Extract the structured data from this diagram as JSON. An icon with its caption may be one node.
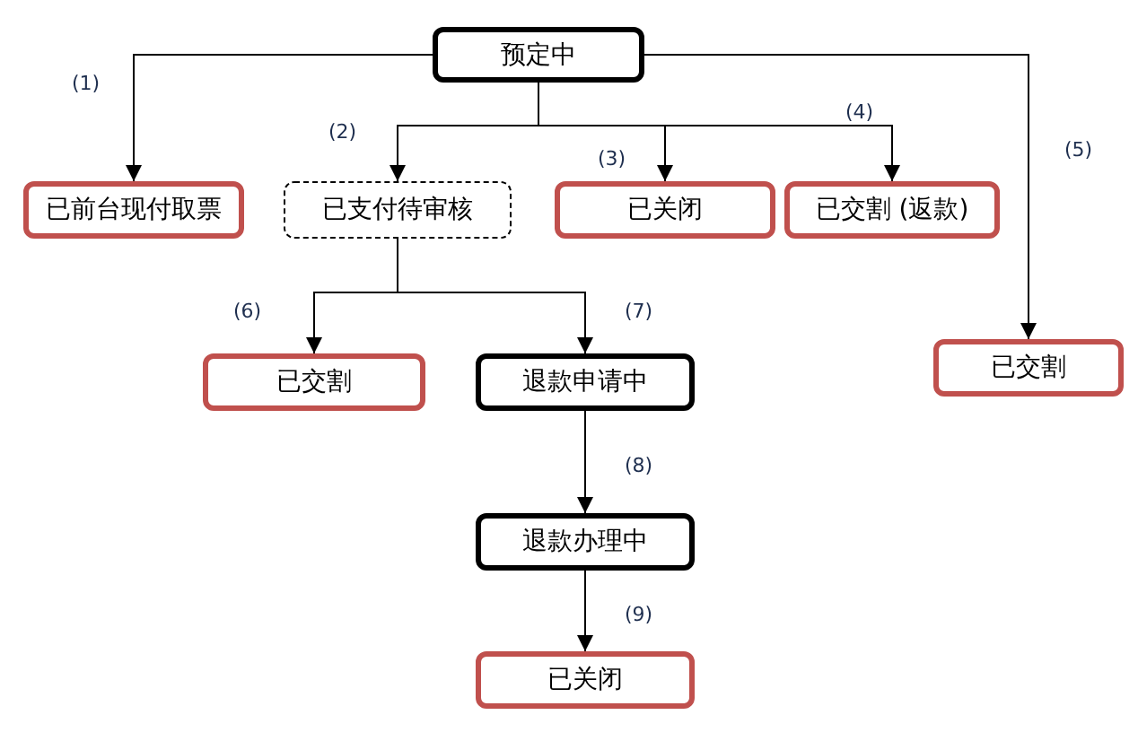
{
  "diagram": {
    "nodes": [
      {
        "text": [
          "预定中"
        ]
      },
      {
        "text": [
          "已前台现付取票"
        ]
      },
      {
        "text": [
          "已支付待审核"
        ]
      },
      {
        "text": [
          "已关闭"
        ]
      },
      {
        "text": [
          "已交割 (返款)"
        ]
      },
      {
        "text": [
          "已交割"
        ]
      },
      {
        "text": [
          "已交割"
        ]
      },
      {
        "text": [
          "退款申请中"
        ]
      },
      {
        "text": [
          "退款办理中"
        ]
      },
      {
        "text": [
          "已关闭"
        ]
      }
    ],
    "edges": [
      {
        "from": 0,
        "to": 1,
        "arrow": "to",
        "label": "(1)"
      },
      {
        "from": 0,
        "to": 2,
        "arrow": "to",
        "label": "(2)"
      },
      {
        "from": 0,
        "to": 3,
        "arrow": "to",
        "label": "(3)"
      },
      {
        "from": 0,
        "to": 4,
        "arrow": "to",
        "label": "(4)"
      },
      {
        "from": 0,
        "to": 5,
        "arrow": "to",
        "label": "(5)"
      },
      {
        "from": 2,
        "to": 6,
        "arrow": "to",
        "label": "(6)"
      },
      {
        "from": 2,
        "to": 7,
        "arrow": "to",
        "label": "(7)"
      },
      {
        "from": 7,
        "to": 8,
        "arrow": "to",
        "label": "(8)"
      },
      {
        "from": 8,
        "to": 9,
        "arrow": "to",
        "label": "(9)"
      }
    ]
  }
}
